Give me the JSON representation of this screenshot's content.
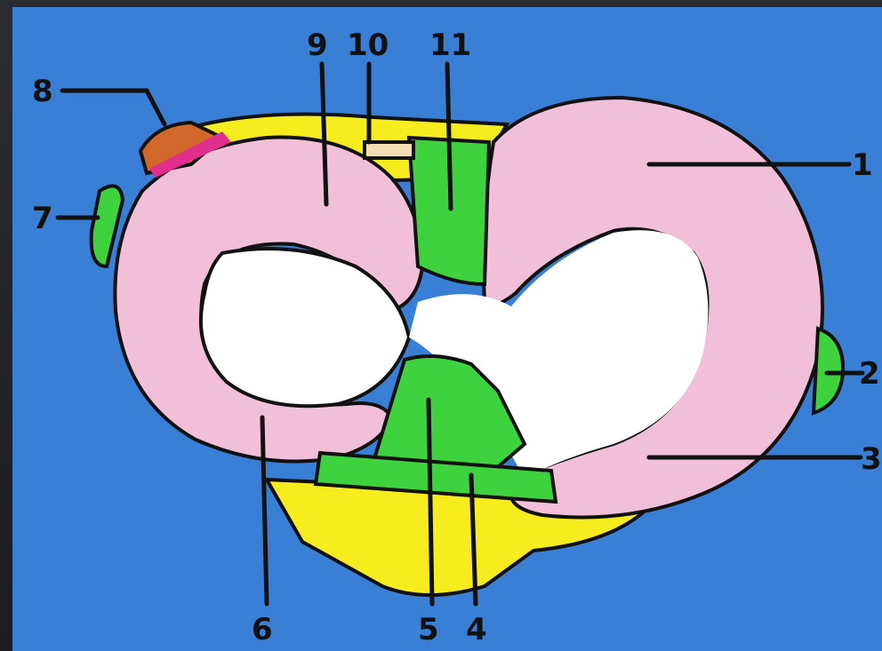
{
  "colors": {
    "background": "#3a7fd6",
    "meniscus": "#f1bfd8",
    "cartilage": "#ffffff",
    "ligament": "#3fd23f",
    "fat_pad": "#f6ec1e",
    "tendon": "#d2692a",
    "bursa": "#e0308e"
  },
  "labels": {
    "l1": "1",
    "l2": "2",
    "l3": "3",
    "l4": "4",
    "l5": "5",
    "l6": "6",
    "l7": "7",
    "l8": "8",
    "l9": "9",
    "l10": "10",
    "l11": "11"
  }
}
